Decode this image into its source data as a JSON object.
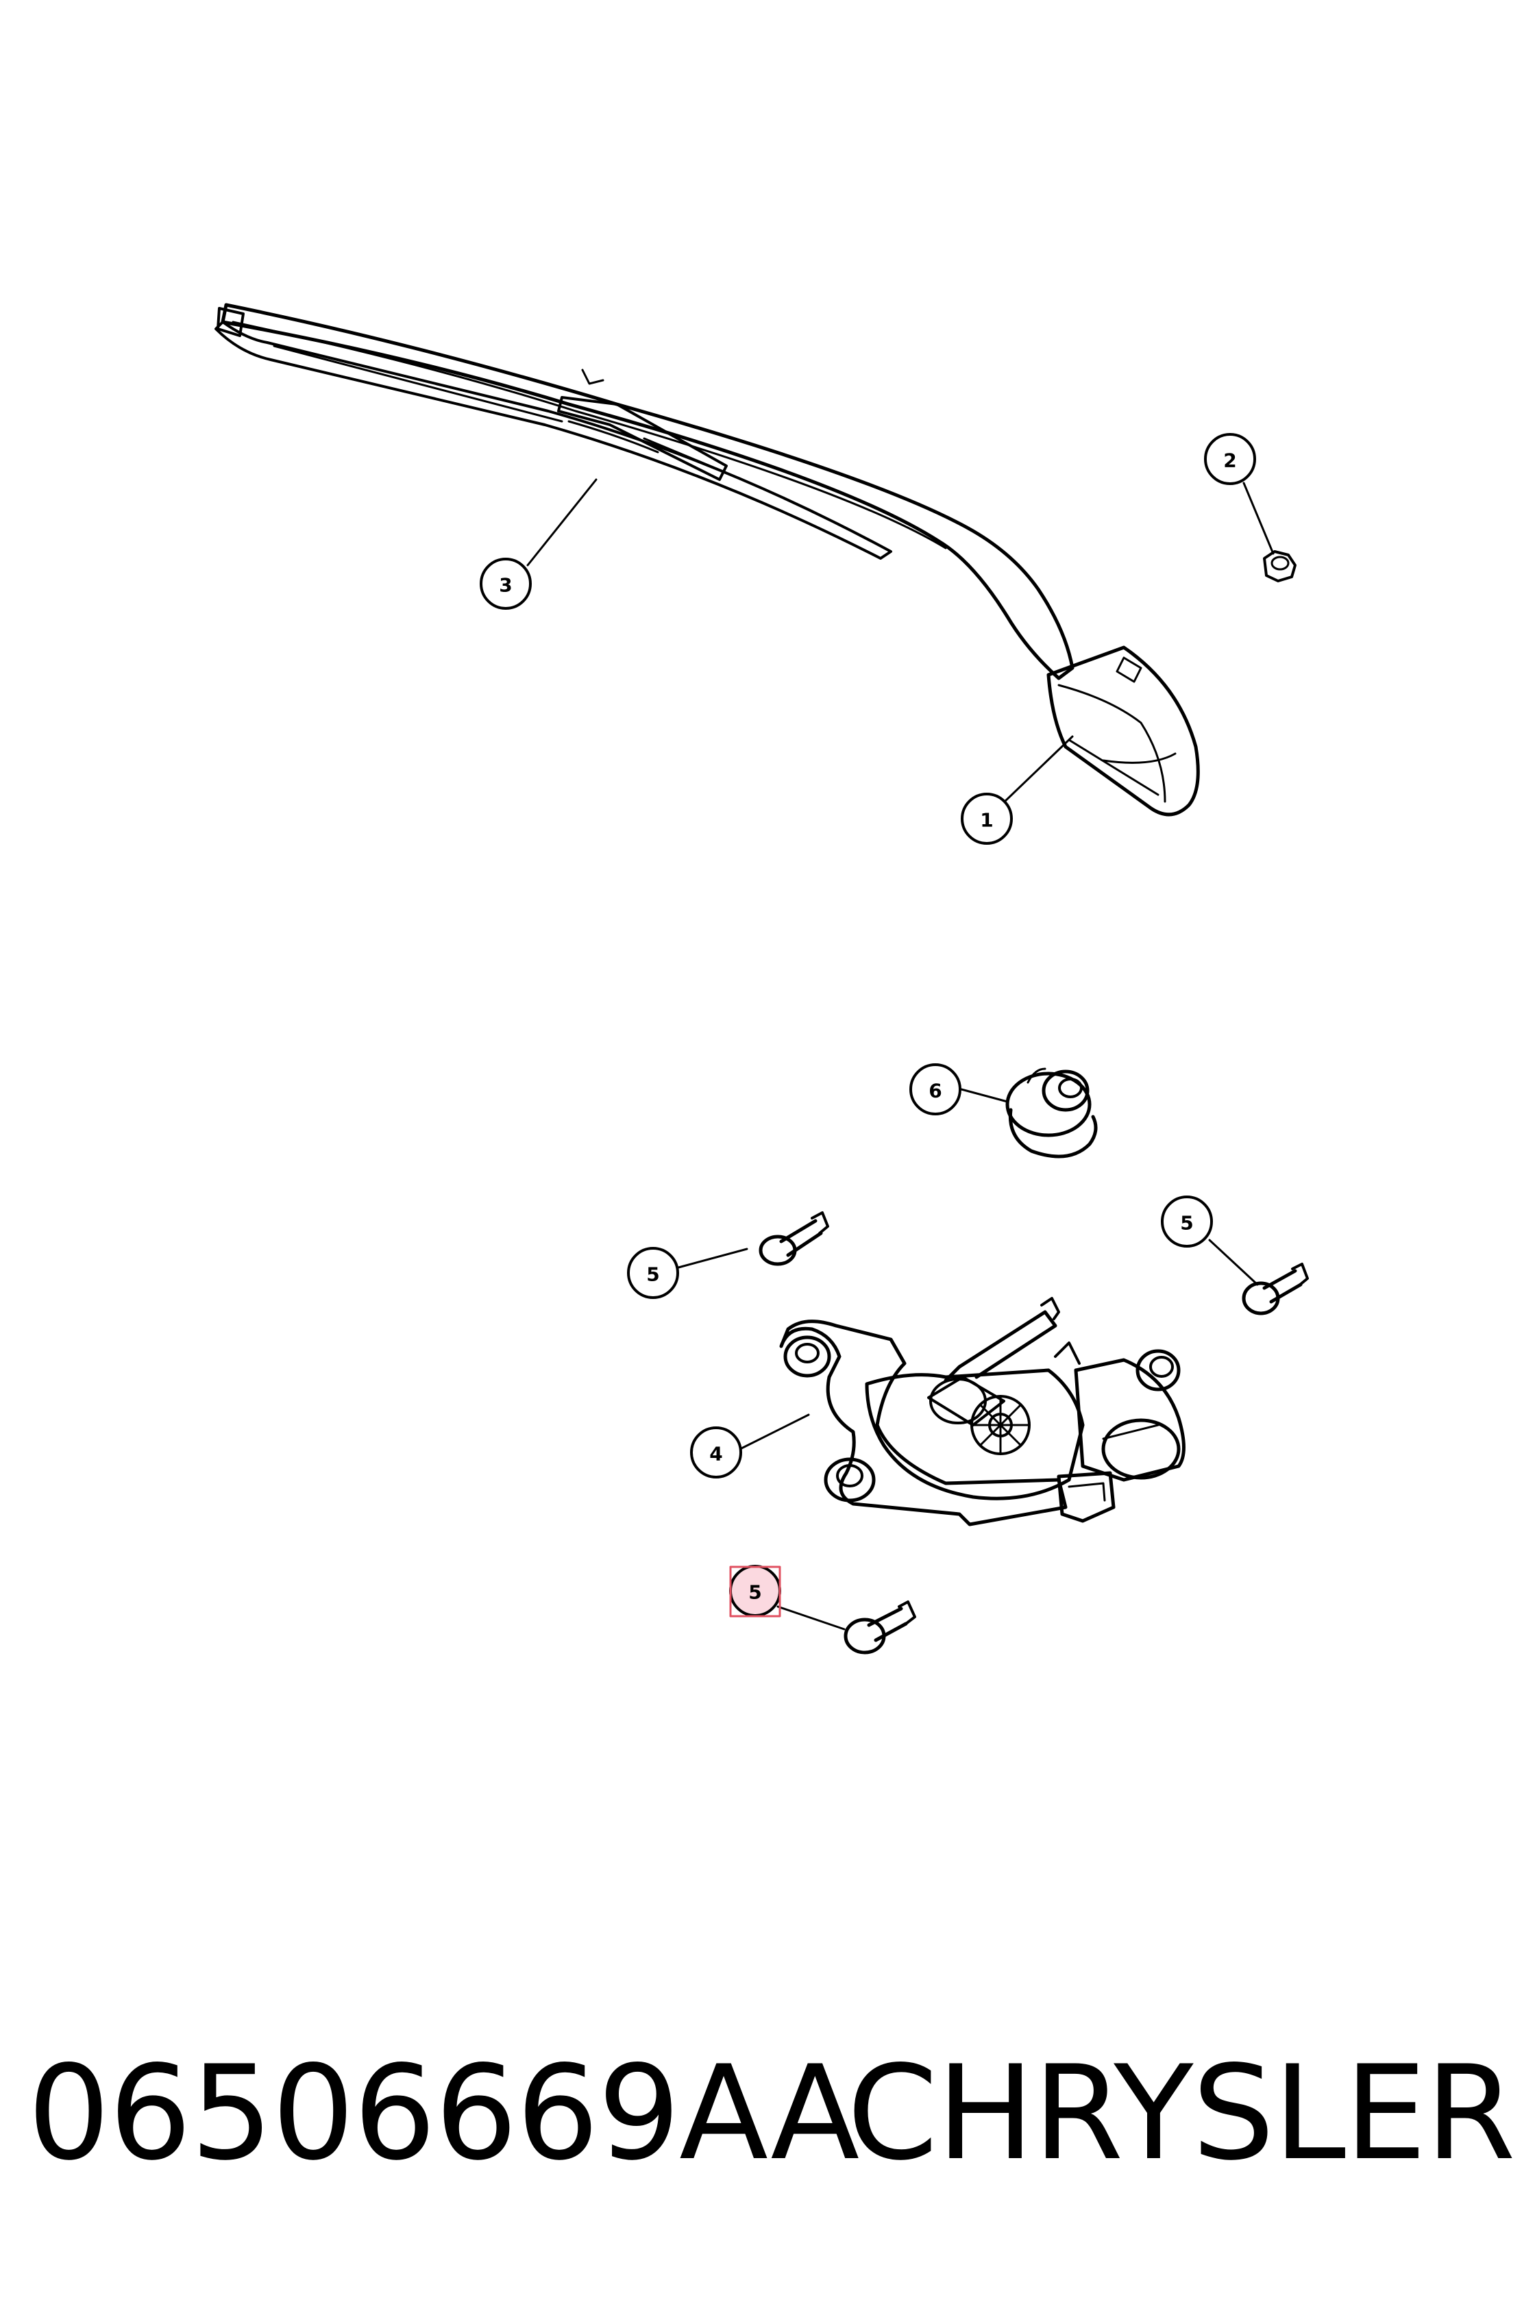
{
  "diagram": {
    "callouts": [
      {
        "id": "1",
        "part": "wiper-arm-cap"
      },
      {
        "id": "2",
        "part": "nut"
      },
      {
        "id": "3",
        "part": "wiper-blade"
      },
      {
        "id": "4",
        "part": "wiper-motor"
      },
      {
        "id": "5",
        "part": "bolt"
      },
      {
        "id": "6",
        "part": "grommet"
      }
    ],
    "labels": {
      "c1": "1",
      "c2": "2",
      "c3": "3",
      "c4": "4",
      "c5a": "5",
      "c5b": "5",
      "c5c": "5",
      "c6": "6"
    },
    "highlight_color": "#e05060",
    "line_color": "#000000"
  },
  "footer": {
    "part_number": "06506669AA",
    "brand": "CHRYSLER"
  }
}
